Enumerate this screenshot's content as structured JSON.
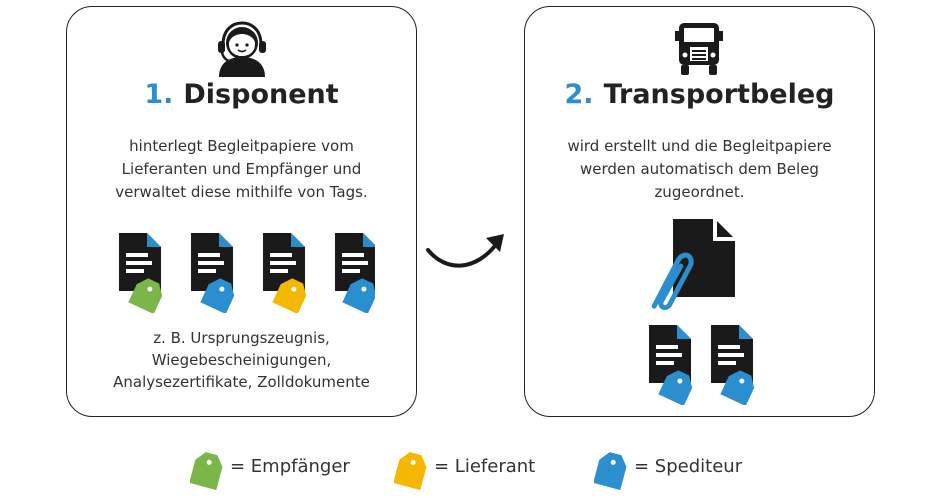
{
  "colors": {
    "blue": "#2b8fcf",
    "green": "#7ab648",
    "yellow": "#f5b800",
    "dark": "#1a1a1a"
  },
  "card1": {
    "icon": "headset-operator-icon",
    "number": "1.",
    "title": "Disponent",
    "description": [
      "hinterlegt Begleitpapiere vom",
      "Lieferanten und Empfänger und",
      "verwaltet diese mithilfe von Tags."
    ],
    "documents": [
      {
        "icon": "document-icon",
        "tag": "green"
      },
      {
        "icon": "document-icon",
        "tag": "blue"
      },
      {
        "icon": "document-icon",
        "tag": "yellow"
      },
      {
        "icon": "document-icon",
        "tag": "blue"
      }
    ],
    "examples": [
      "z. B. Ursprungszeugnis,",
      "Wiegebescheinigungen,",
      "Analysezertifikate, Zolldokumente"
    ]
  },
  "card2": {
    "icon": "truck-icon",
    "number": "2.",
    "title": "Transportbeleg",
    "description": [
      "wird erstellt und die Begleitpapiere",
      "werden automatisch dem Beleg",
      "zugeordnet."
    ],
    "main_document": {
      "icon": "document-with-paperclip-icon"
    },
    "documents": [
      {
        "icon": "document-icon",
        "tag": "blue"
      },
      {
        "icon": "document-icon",
        "tag": "blue"
      }
    ]
  },
  "arrow": {
    "icon": "curved-arrow-icon"
  },
  "legend": [
    {
      "color": "green",
      "label": "= Empfänger"
    },
    {
      "color": "yellow",
      "label": "= Lieferant"
    },
    {
      "color": "blue",
      "label": "= Spediteur"
    }
  ]
}
